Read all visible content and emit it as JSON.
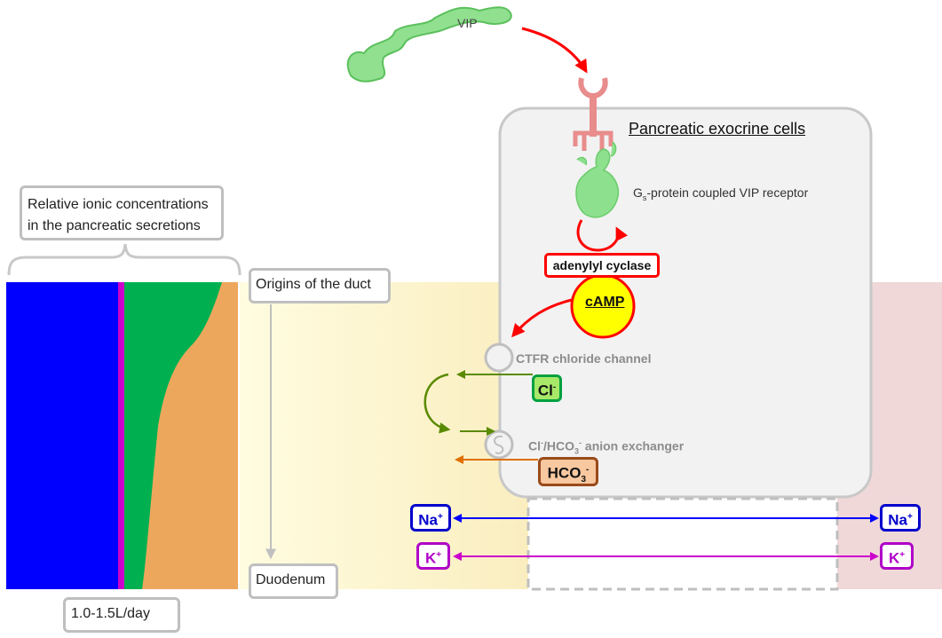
{
  "ligand": {
    "label": "VIP"
  },
  "cell": {
    "title": "Pancreatic exocrine cells"
  },
  "receptor": {
    "label_main": "-protein coupled VIP receptor",
    "label_g": "G",
    "label_sub": "s"
  },
  "enzyme": {
    "label": "adenylyl cyclase"
  },
  "messenger": {
    "label": "cAMP"
  },
  "channels": {
    "cftr": {
      "label": "CTFR chloride channel"
    },
    "exchanger": {
      "prefix": "Cl",
      "prefix_sup": "-",
      "mid": "/HCO",
      "mid_sub": "3",
      "mid_sup": "-",
      "suffix": " anion exchanger"
    }
  },
  "ions": {
    "cl": {
      "text": "Cl",
      "sup": "-"
    },
    "hco3": {
      "text": "HCO",
      "sub": "3",
      "sup": "-"
    },
    "na_left": {
      "text": "Na",
      "sup": "+"
    },
    "na_right": {
      "text": "Na",
      "sup": "+"
    },
    "k_left": {
      "text": "K",
      "sup": "+"
    },
    "k_right": {
      "text": "K",
      "sup": "+"
    }
  },
  "concentrations": {
    "caption": [
      "Relative ionic concentrations",
      "in the pancreatic secretions"
    ],
    "volume": "1.0-1.5L/day"
  },
  "duct": {
    "start": "Origins of the duct",
    "end": "Duodenum"
  },
  "colors": {
    "na": "#0000ff",
    "k": "#cc00cc",
    "cl": "#00b050",
    "hco3": "#f0a860",
    "signal": "#ff0000",
    "receptor": "#e88c8c",
    "gprotein": "#90e090",
    "camp": "#ffff00",
    "cl_arrow": "#5a8a00",
    "hco3_arrow": "#e07000",
    "cell_fill": "#f2f2f2",
    "duct_yellow": "#fff9d0",
    "interstitium": "#f0d8d8"
  }
}
